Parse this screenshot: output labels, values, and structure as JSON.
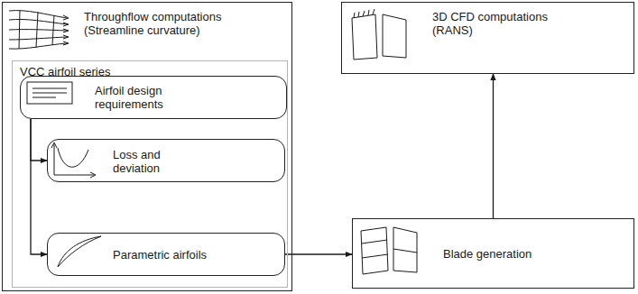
{
  "diagram": {
    "nodes": [
      {
        "text": [
          "Throughflow computations (Streamline curvature)"
        ]
      },
      {
        "text": [
          "VCC airfoil series"
        ],
        "in": 0
      },
      {
        "text": [
          "Airfoil design requirements"
        ],
        "in": 1
      },
      {
        "text": [
          "Loss and deviation"
        ],
        "in": 1
      },
      {
        "text": [
          "Parametric airfoils"
        ],
        "in": 1
      },
      {
        "text": [
          "3D CFD computations (RANS)"
        ]
      },
      {
        "text": [
          "Blade generation"
        ]
      }
    ],
    "edges": [
      {
        "from": 2,
        "to": 3,
        "arrow": "to"
      },
      {
        "from": 2,
        "to": 4,
        "arrow": "to"
      },
      {
        "from": 4,
        "to": 6,
        "arrow": "to"
      },
      {
        "from": 6,
        "to": 5,
        "arrow": "to"
      }
    ]
  }
}
